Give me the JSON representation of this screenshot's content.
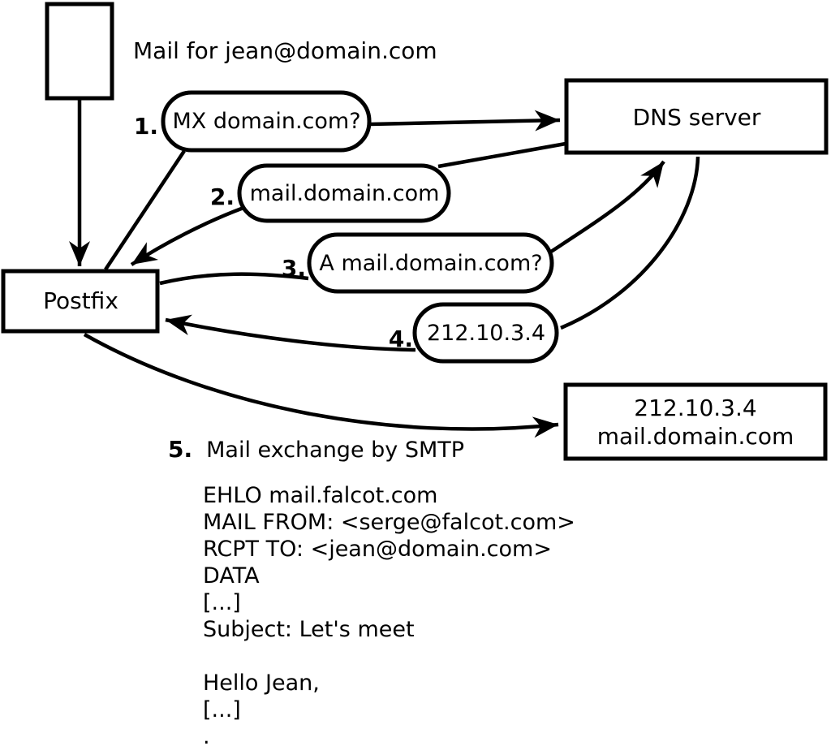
{
  "header": {
    "note": "Mail for jean@domain.com"
  },
  "nodes": {
    "postfix": {
      "label": "Postfix"
    },
    "dns_server": {
      "label": "DNS server"
    },
    "mail_host": {
      "line1": "212.10.3.4",
      "line2": "mail.domain.com"
    }
  },
  "steps": {
    "s1": {
      "num": "1.",
      "label": "MX domain.com?"
    },
    "s2": {
      "num": "2.",
      "label": "mail.domain.com"
    },
    "s3": {
      "num": "3.",
      "label": "A mail.domain.com?"
    },
    "s4": {
      "num": "4.",
      "label": "212.10.3.4"
    },
    "s5": {
      "num": "5.",
      "label": "Mail exchange by SMTP"
    }
  },
  "smtp_session": {
    "lines": [
      "EHLO mail.falcot.com",
      "MAIL FROM: <serge@falcot.com>",
      "RCPT TO: <jean@domain.com>",
      "DATA",
      "[...]",
      "Subject: Let's meet",
      "",
      "Hello Jean,",
      "[...]",
      "."
    ]
  },
  "colors": {
    "ink": "#000000",
    "paper": "#ffffff"
  }
}
